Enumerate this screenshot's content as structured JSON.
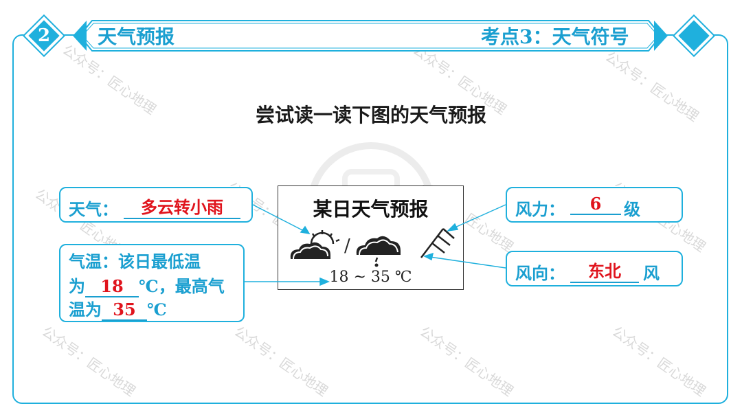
{
  "header": {
    "number": "2",
    "left_title": "天气预报",
    "right_title": "考点3：天气符号"
  },
  "prompt": "尝试读一读下图的天气预报",
  "forecast": {
    "title": "某日天气预报",
    "separator": "/",
    "temperature": "18 ~ 35 ℃",
    "icons": [
      "sun-behind-cloud-icon",
      "rain-cloud-icon",
      "wind-force-icon"
    ]
  },
  "callouts": {
    "weather": {
      "label": "天气：",
      "answer": "多云转小雨"
    },
    "temperature": {
      "line1": "气温：该日最低温",
      "line2_prefix": "为",
      "low": "18",
      "line2_suffix": "℃，最高气",
      "line3_prefix": "温为",
      "high": "35",
      "line3_suffix": "℃"
    },
    "wind_force": {
      "label": "风力：",
      "answer": "6",
      "suffix": "级"
    },
    "wind_direction": {
      "label": "风向：",
      "answer": "东北",
      "suffix": "风"
    }
  },
  "watermark": "公众号：匠心地理",
  "colors": {
    "accent": "#1fb0dd",
    "answer": "#e0141d",
    "label": "#1a9fd0"
  }
}
